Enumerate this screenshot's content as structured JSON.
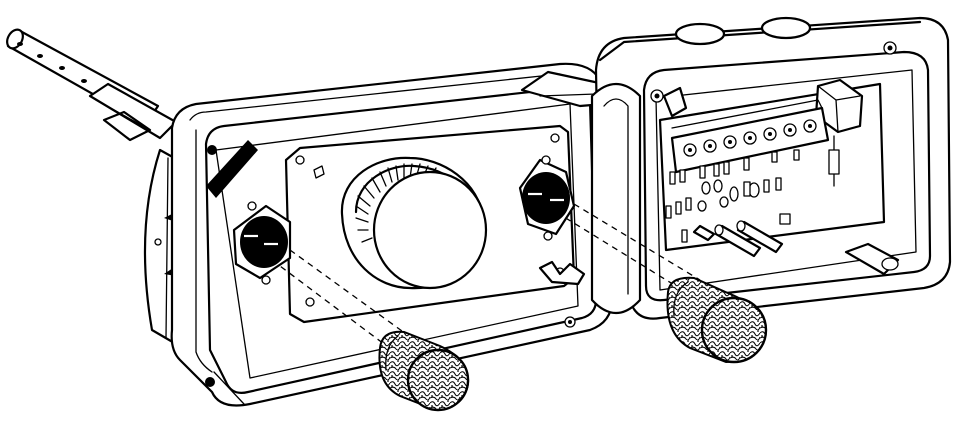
{
  "figure": {
    "background": "#ffffff",
    "stroke": "#000000",
    "parts": [
      "sampling-tube",
      "detector-housing",
      "sensor-chamber",
      "circuit-board-compartment",
      "filter-plug",
      "o-ring-port",
      "terminal-block"
    ]
  }
}
